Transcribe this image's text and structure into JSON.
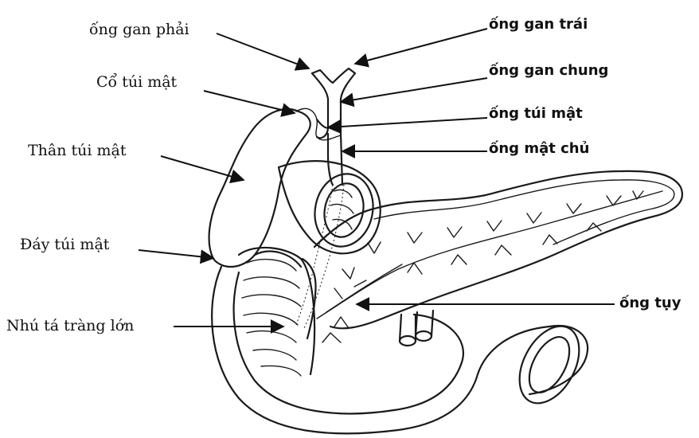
{
  "labels": {
    "right_hepatic_duct": "ống gan phải",
    "left_hepatic_duct": "ống gan trái",
    "gallbladder_neck": "Cổ túi mật",
    "common_hepatic_duct": "ống gan chung",
    "cystic_duct": "ống túi mật",
    "gallbladder_body": "Thân túi mật",
    "common_bile_duct": "ống mật chủ",
    "gallbladder_fundus": "Đáy túi mật",
    "major_duodenal_papilla": "Nhú tá tràng lớn",
    "pancreatic_duct": "ống tụy"
  },
  "colors": {
    "line": "#1a1a1a",
    "text": "#111111",
    "background": "#ffffff"
  }
}
